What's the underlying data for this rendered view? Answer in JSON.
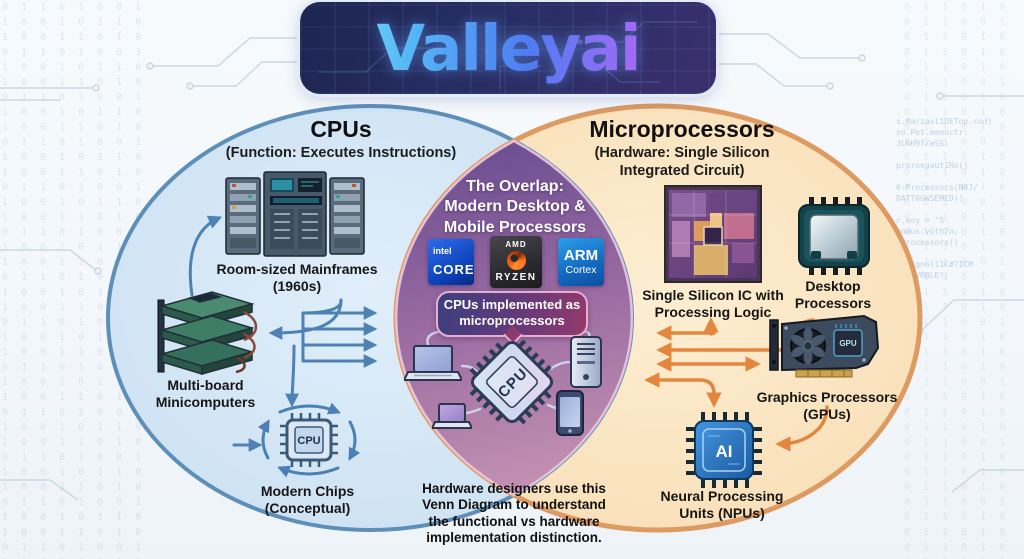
{
  "banner": {
    "logo_text": "Valleyai"
  },
  "venn": {
    "left": {
      "title": "CPUs",
      "subtitle": "(Function: Executes Instructions)",
      "mainframes_label": "Room-sized Mainframes\n(1960s)",
      "minicomputers_label": "Multi-board\nMinicomputers",
      "modern_chips_label": "Modern Chips\n(Conceptual)",
      "chip_text": "CPU"
    },
    "overlap": {
      "title": "The Overlap:\nModern Desktop &\nMobile Processors",
      "logos": [
        {
          "brand": "intel",
          "product": "CORE"
        },
        {
          "brand": "AMD",
          "product": "RYZEN"
        },
        {
          "brand": "ARM",
          "product": "Cortex"
        }
      ],
      "badge": "CPUs implemented as\nmicroprocessors",
      "cpu_chip_text": "CPU"
    },
    "right": {
      "title": "Microprocessors",
      "subtitle": "(Hardware: Single Silicon\nIntegrated Circuit)",
      "single_ic_label": "Single Silicon IC with\nProcessing Logic",
      "desktop_label": "Desktop\nProcessors",
      "gpu_label": "Graphics Processors\n(GPUs)",
      "gpu_chip_text": "GPU",
      "npu_label": "Neural Processing\nUnits (NPUs)",
      "npu_chip_text": "AI"
    }
  },
  "caption": "Hardware designers use this\nVenn Diagram to understand\nthe functional vs hardware\nimplementation distinction.",
  "colors": {
    "left_fill": "#cfe3f4",
    "left_stroke": "#5d8fb9",
    "right_fill": "#fbe3c0",
    "right_stroke": "#dd9a61",
    "overlap_top": "#6d4f92",
    "overlap_bottom": "#c795b3",
    "blue_arrow": "#4d82b3",
    "orange_arrow": "#e2873d",
    "banner_bg": "#252b5c",
    "logo_gradient_start": "#8fe9fb",
    "logo_gradient_end": "#c36df2"
  },
  "background": {
    "binary_sample": "0 1 1 0 1 0 0 1 1 0 0 1 0 1 1 0 1 0 0 1 1 0 1 0 ",
    "code_lines": [
      "s.Marzasl1DETop.cod)",
      "so.Pet.eeouctr:",
      "JL6H9T/eSS:",
      "",
      "proroegaut1Ro()",
      "",
      "0:Processors(N0J/",
      "DATT6GWSEMED)!",
      "",
      "r.eoy = \"5",
      "modus:vGth7n;",
      "*Processors()",
      "",
      "MU5sgnol11C#7ICM",
      "JHUMVRBLE!:"
    ]
  }
}
